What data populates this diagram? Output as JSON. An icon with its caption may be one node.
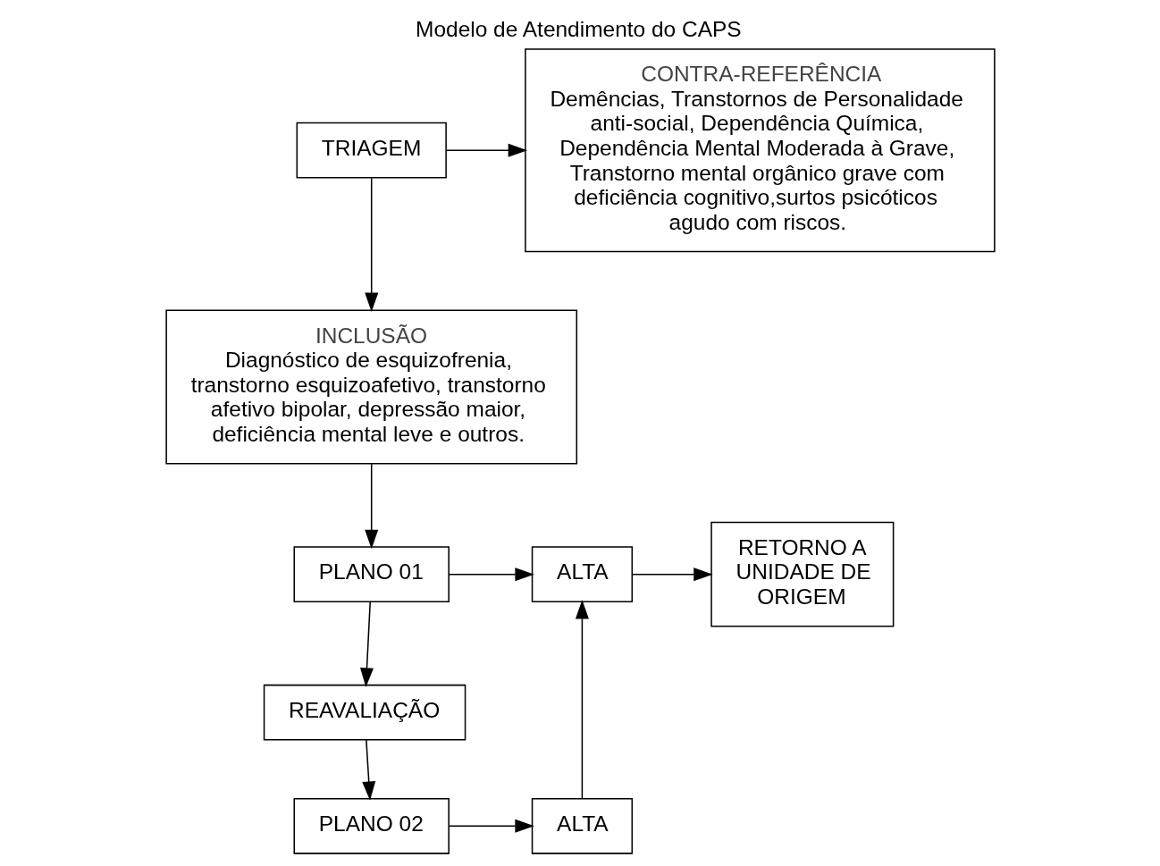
{
  "diagram": {
    "title": "Modelo de Atendimento do CAPS",
    "nodes": [
      {
        "text": [
          "TRIAGEM"
        ]
      },
      {
        "text": [
          "CONTRA-REFERÊNCIA",
          "Demências, Transtornos de Personalidade anti-social, Dependência Química, Dependência Mental Moderada à Grave, Transtorno mental orgânico grave com deficiência cognitivo,surtos psicóticos agudo com riscos."
        ]
      },
      {
        "text": [
          "INCLUSÃO",
          "Diagnóstico de esquizofrenia, transtorno esquizoafetivo, transtorno afetivo bipolar, depressão maior, deficiência mental leve e outros."
        ]
      },
      {
        "text": [
          "PLANO 01"
        ]
      },
      {
        "text": [
          "ALTA"
        ]
      },
      {
        "text": [
          "RETORNO A UNIDADE DE ORIGEM"
        ]
      },
      {
        "text": [
          "REAVALIAÇÃO"
        ]
      },
      {
        "text": [
          "PLANO 02"
        ]
      },
      {
        "text": [
          "ALTA"
        ]
      }
    ],
    "edges": [
      {
        "from": 0,
        "to": 1,
        "arrow": "to"
      },
      {
        "from": 0,
        "to": 2,
        "arrow": "to"
      },
      {
        "from": 2,
        "to": 3,
        "arrow": "to"
      },
      {
        "from": 3,
        "to": 4,
        "arrow": "to"
      },
      {
        "from": 4,
        "to": 5,
        "arrow": "to"
      },
      {
        "from": 3,
        "to": 6,
        "arrow": "to"
      },
      {
        "from": 6,
        "to": 7,
        "arrow": "to"
      },
      {
        "from": 7,
        "to": 8,
        "arrow": "to"
      },
      {
        "from": 8,
        "to": 4,
        "arrow": "to"
      }
    ]
  }
}
